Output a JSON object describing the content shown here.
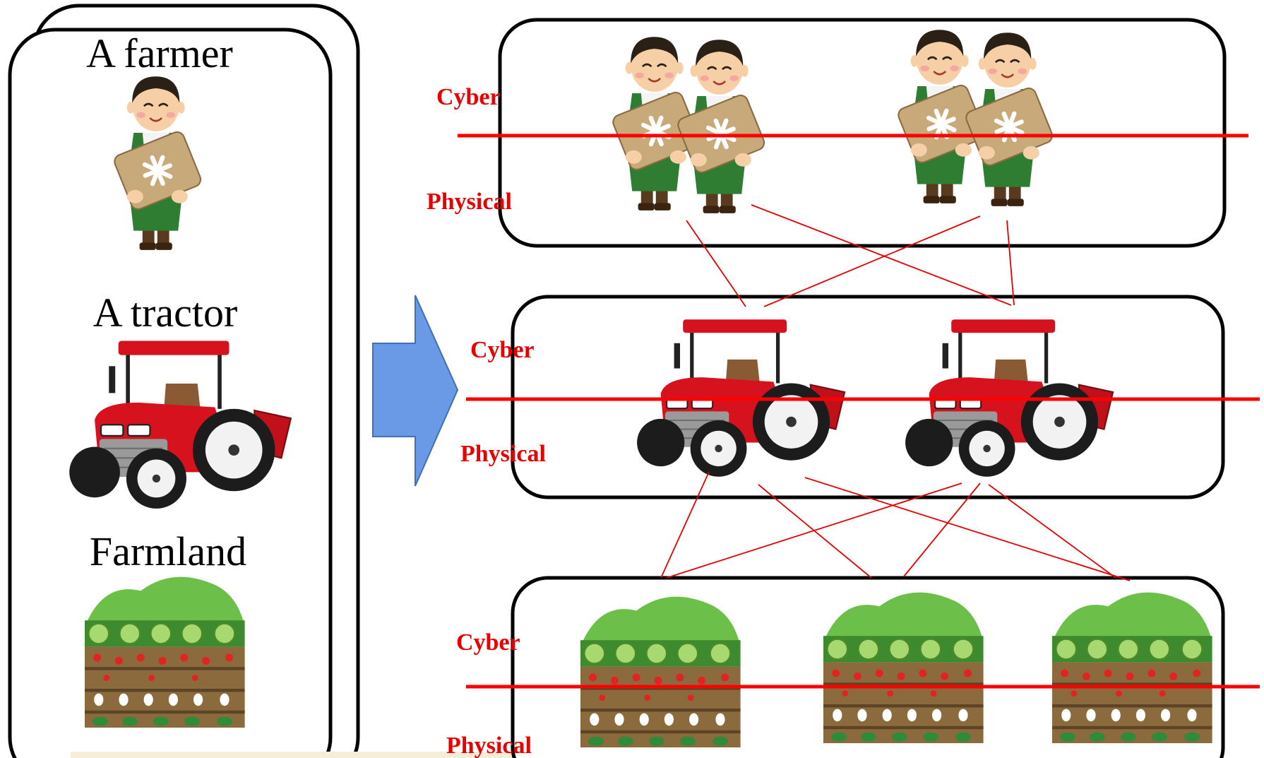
{
  "left_panel": {
    "farmer_label": "A farmer",
    "tractor_label": "A tractor",
    "farmland_label": "Farmland"
  },
  "right_panel": {
    "cyber_label": "Cyber",
    "physical_label": "Physical"
  },
  "colors": {
    "split_line": "#ff0000",
    "link_line": "#e60000",
    "arrow_fill": "#6a9ae6",
    "box_stroke": "#000000",
    "tractor_red": "#d5121e",
    "farmer_apron": "#2f7d32",
    "bag": "#c8a97a",
    "hill_green": "#6cc04a"
  },
  "icons": [
    "farmer-icon",
    "tractor-icon",
    "farmland-icon",
    "right-arrow-icon"
  ]
}
